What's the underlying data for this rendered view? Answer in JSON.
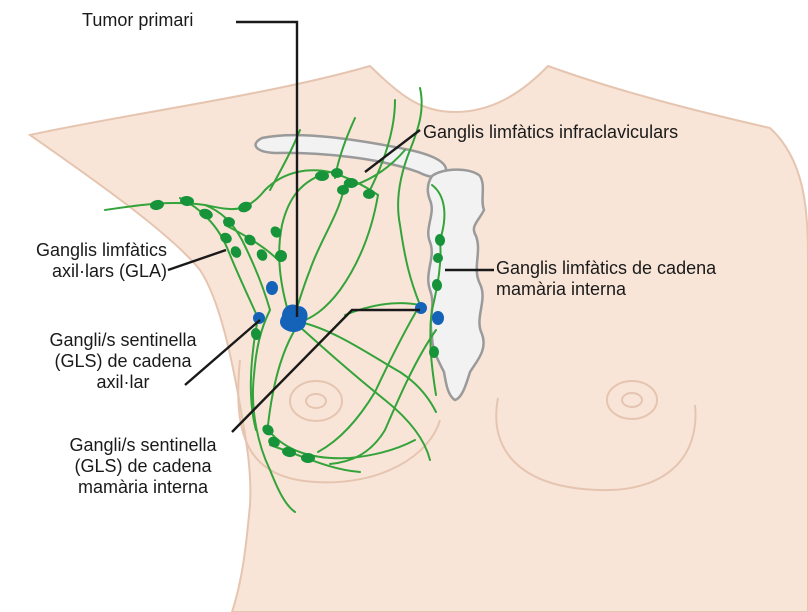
{
  "labels": {
    "tumor": "Tumor primari",
    "infraclavicular": "Ganglis limfàtics infraclaviculars",
    "axillary": [
      "Ganglis limfàtics",
      "axil·lars (GLA)"
    ],
    "internal_mammary": [
      "Ganglis limfàtics de cadena",
      "mamària interna"
    ],
    "sentinel_axillary": [
      "Gangli/s sentinella",
      "(GLS) de cadena",
      "axil·lar"
    ],
    "sentinel_internal": [
      "Gangli/s sentinella",
      "(GLS) de cadena",
      "mamària interna"
    ]
  },
  "colors": {
    "skin": "#f8e5d8",
    "skin_outline": "#e6c5b0",
    "bone": "#f2f2f2",
    "bone_outline": "#9a9a9a",
    "lymph_vessel": "#34a33a",
    "lymph_node": "#17933a",
    "sentinel_node": "#1463b8",
    "leader_line": "#1a1a1a"
  }
}
